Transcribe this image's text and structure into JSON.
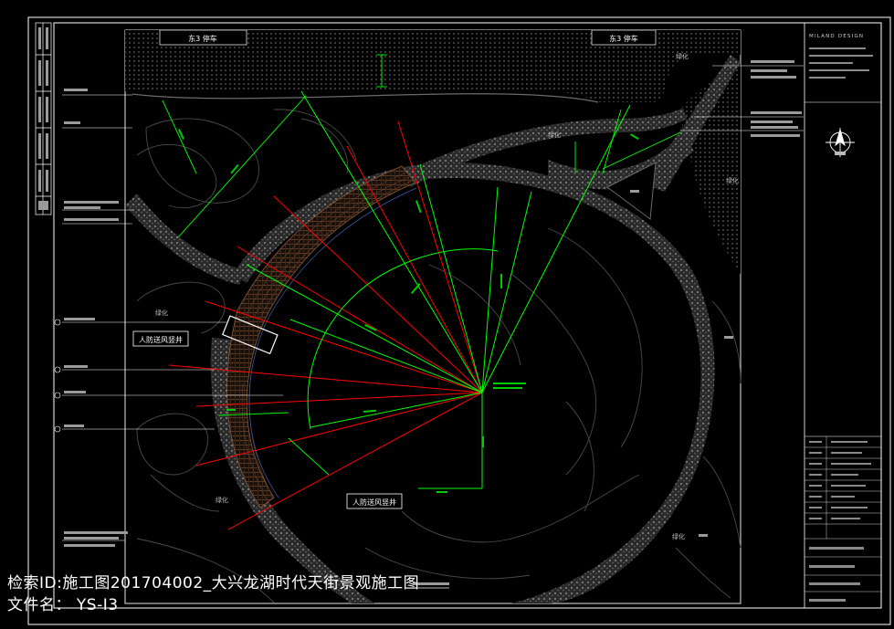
{
  "drawing": {
    "top_labels": [
      "东3 停车",
      "东3 停车"
    ],
    "air_shaft_labels": [
      "人防送风竖井",
      "人防送风竖井"
    ],
    "grass_labels": [
      "绿化",
      "绿化",
      "绿化",
      "绿化",
      "绿化",
      "绿化"
    ],
    "title_block_header": "MILAND DESIGN"
  },
  "watermark": {
    "id_line": "检索ID:施工图201704002_大兴龙湖时代天街景观施工图",
    "file_line": "文件名： YS-I3"
  },
  "colors": {
    "background": "#000000",
    "frame": "#ffffff",
    "radial_green": "#00ff00",
    "radial_red": "#ff0000",
    "paving": "#6e6e6e",
    "contour": "#4a4a4a"
  }
}
